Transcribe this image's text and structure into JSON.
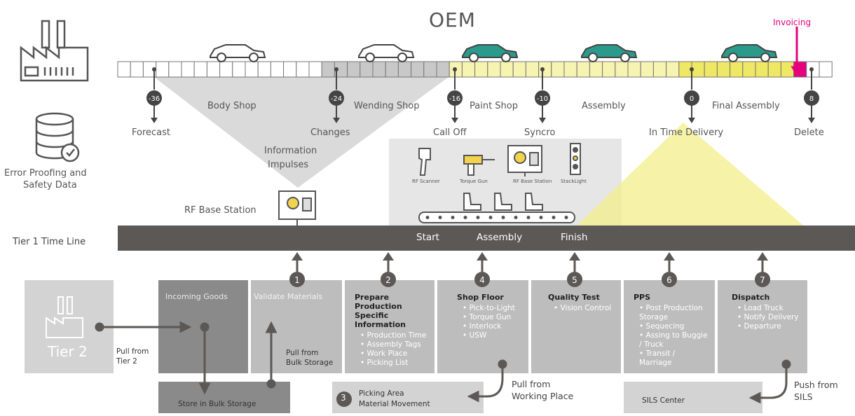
{
  "header": {
    "title": "OEM",
    "invoicing": "Invoicing"
  },
  "timeline": {
    "markers": [
      "-36",
      "-24",
      "-16",
      "-10",
      "0",
      "8"
    ],
    "events": [
      "Forecast",
      "Changes",
      "Call Off",
      "Syncro",
      "In Time Delivery",
      "Delete"
    ],
    "shops": [
      "Body Shop",
      "Wending Shop",
      "Paint Shop",
      "Assembly",
      "Final Assembly"
    ]
  },
  "left_icons": {
    "safety_label_1": "Error Proofing and",
    "safety_label_2": "Safety Data"
  },
  "info": {
    "line1": "Information",
    "line2": "Impulses"
  },
  "rf_base_station": "RF Base Station",
  "tools": {
    "rf_scanner": "RF Scanner",
    "torque_gun": "Torque Gun",
    "rf_base": "RF Base Station",
    "stacklight": "StackLight"
  },
  "tier1": {
    "label": "Tier 1 Time Line",
    "start": "Start",
    "assembly": "Assembly",
    "finish": "Finish"
  },
  "steps": [
    "1",
    "2",
    "3",
    "4",
    "5",
    "6",
    "7"
  ],
  "tier2": {
    "label": "Tier 2",
    "pull_1": "Pull from",
    "pull_2": "Tier 2"
  },
  "boxes": {
    "incoming": "Incoming Goods",
    "validate": "Validate Materials",
    "bulk_pull_1": "Pull from",
    "bulk_pull_2": "Bulk Storage",
    "store_bulk": "Store in Bulk Storage",
    "prepare_title_1": "Prepare Production",
    "prepare_title_2": "Specific Information",
    "prepare_items": [
      "Production Time",
      "Assembly Tags",
      "Work Place",
      "Picking List"
    ],
    "shop_title": "Shop Floor",
    "shop_items": [
      "Pick-to-Light",
      "Torque Gun",
      "Interlock",
      "USW"
    ],
    "quality_title": "Quality Test",
    "quality_items": [
      "Vision Control"
    ],
    "pps_title": "PPS",
    "pps_items": [
      "Post Production Storage",
      "Sequecing",
      "Assing to Buggie / Truck",
      "Transit / Marriage"
    ],
    "dispatch_title": "Dispatch",
    "dispatch_items": [
      "Load Truck",
      "Notify Delivery",
      "Departure"
    ],
    "picking_1": "Picking Area",
    "picking_2": "Material Movement",
    "working_1": "Pull from",
    "working_2": "Working Place",
    "sils": "SILS Center",
    "push_1": "Push from",
    "push_2": "SILS"
  }
}
